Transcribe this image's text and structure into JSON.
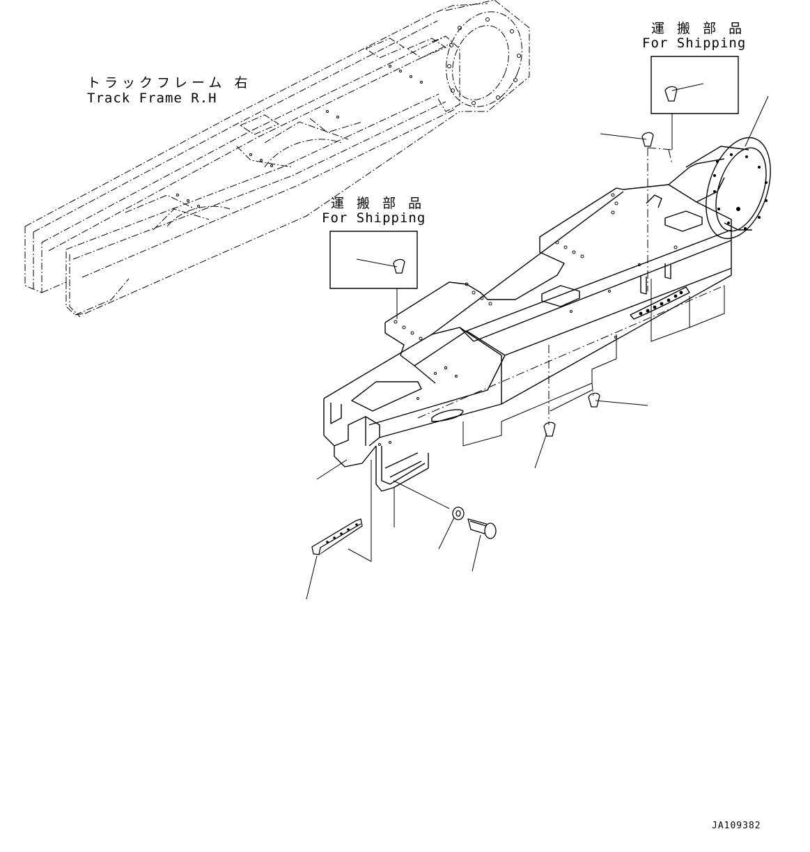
{
  "labels": {
    "track_frame_jp": "トラックフレーム 右",
    "track_frame_en": "Track Frame R.H",
    "shipping_top_jp": "運 搬 部 品",
    "shipping_top_en": "For Shipping",
    "shipping_mid_jp": "運 搬 部 品",
    "shipping_mid_en": "For Shipping",
    "drawing_code": "JA109382"
  }
}
